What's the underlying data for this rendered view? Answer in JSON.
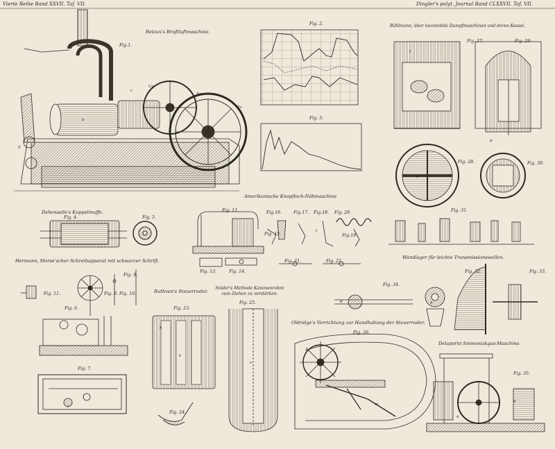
{
  "header": {
    "left": "Vierte Reihe Band XXVII. Taf. VII.",
    "right": "Dingler's polyt. Journal Band CLXXVII. Taf. VII."
  },
  "titles": {
    "beloux": "Beloux's Bruftluftmaschine.",
    "buhlmann": "Bühlmann, über locomobile Dampfmaschinen und deren Kessel.",
    "dehenselle": "Dehenselle's Kuppelmuffe.",
    "knopfloch": "Amerikanische Knopfloch-Nähmaschine",
    "hermann": "Hermann, Morse'scher Schreibapparat mit schwarzer Schrift.",
    "wandlager": "Wandlager für leichte Transmissionswellen.",
    "ruthven": "Ruthven's Steuerruder.",
    "snider": "Snider's Methode Kanonenrohre zum Ziehen zu verstärken.",
    "oldridge": "Oldridge's Vorrichtung zur Handhabung der Steuerruder.",
    "delaporte": "Delaporte'Ammoniakgas-Maschine."
  },
  "figs": {
    "f1": "Fig.1.",
    "f2": "Fig. 2.",
    "f3": "Fig. 3.",
    "f4": "Fig. 4.",
    "f5": "Fig. 5.",
    "f6": "Fig. 6.",
    "f7": "Fig. 7.",
    "f8": "Fig. 8.",
    "f9": "Fig. 9.",
    "f10": "Fig. 10.",
    "f11": "Fig. 11.",
    "f12": "Fig. 12.",
    "f13": "Fig. 13.",
    "f14": "Fig. 14.",
    "f15": "Fig. 15.",
    "f16": "Fig.16.",
    "f17": "Fig.17.",
    "f18": "Fig.18.",
    "f19": "Fig.19.",
    "f20": "Fig. 20.",
    "f21": "Fig. 21.",
    "f22": "Fig. 22.",
    "f23": "Fig. 23.",
    "f24": "Fig. 24.",
    "f25": "Fig. 25.",
    "f26": "Fig. 26.",
    "f27": "Fig. 27.",
    "f28": "Fig. 28.",
    "f29": "Fig. 29.",
    "f30": "Fig. 30.",
    "f31": "Fig. 31.",
    "f32": "Fig. 32.",
    "f33": "Fig. 33.",
    "f34": "Fig. 34.",
    "f35": "Fig. 35."
  },
  "letters": {
    "a": "a",
    "b": "b",
    "c": "c",
    "d": "d",
    "e": "e",
    "f": "f",
    "g": "g",
    "h": "h",
    "k": "k",
    "m": "m",
    "n": "n",
    "p": "p",
    "q": "q",
    "r": "r",
    "s": "s",
    "t": "t",
    "x": "x",
    "Ca": "Ca",
    "Ea": "Ea",
    "Ec": "Ec",
    "E": "E"
  }
}
